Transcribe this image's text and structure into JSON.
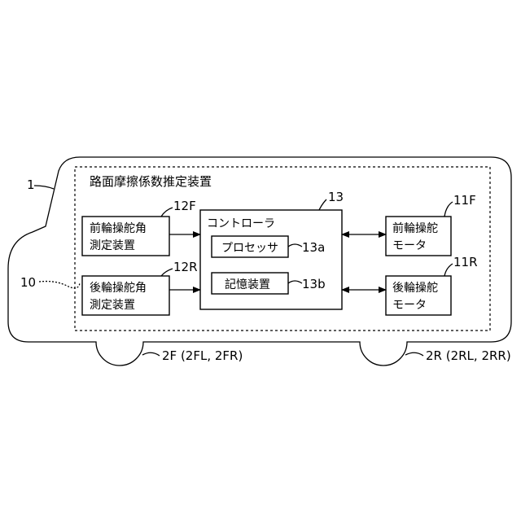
{
  "labels": {
    "vehicle_ref": "1",
    "system_ref": "10",
    "system_title": "路面摩擦係数推定装置",
    "front_sensor_ref": "12F",
    "front_sensor_line1": "前輪操舵角",
    "front_sensor_line2": "測定装置",
    "rear_sensor_ref": "12R",
    "rear_sensor_line1": "後輪操舵角",
    "rear_sensor_line2": "測定装置",
    "controller_ref": "13",
    "controller_title": "コントローラ",
    "processor_label": "プロセッサ",
    "processor_ref": "13a",
    "memory_label": "記憶装置",
    "memory_ref": "13b",
    "front_motor_ref": "11F",
    "front_motor_line1": "前輪操舵",
    "front_motor_line2": "モータ",
    "rear_motor_ref": "11R",
    "rear_motor_line1": "後輪操舵",
    "rear_motor_line2": "モータ",
    "front_wheel_ref": "2F (2FL, 2FR)",
    "rear_wheel_ref": "2R (2RL, 2RR)"
  },
  "colors": {
    "line": "#000000",
    "background": "#ffffff"
  }
}
